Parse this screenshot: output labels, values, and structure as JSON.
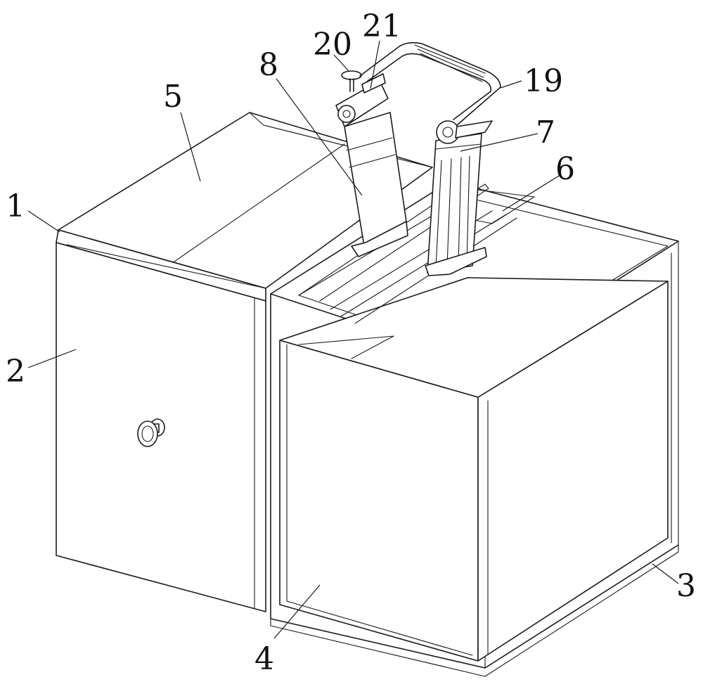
{
  "labels": {
    "l1": "1",
    "l2": "2",
    "l3": "3",
    "l4": "4",
    "l5": "5",
    "l6": "6",
    "l7": "7",
    "l8": "8",
    "l19": "19",
    "l20": "20",
    "l21": "21"
  }
}
